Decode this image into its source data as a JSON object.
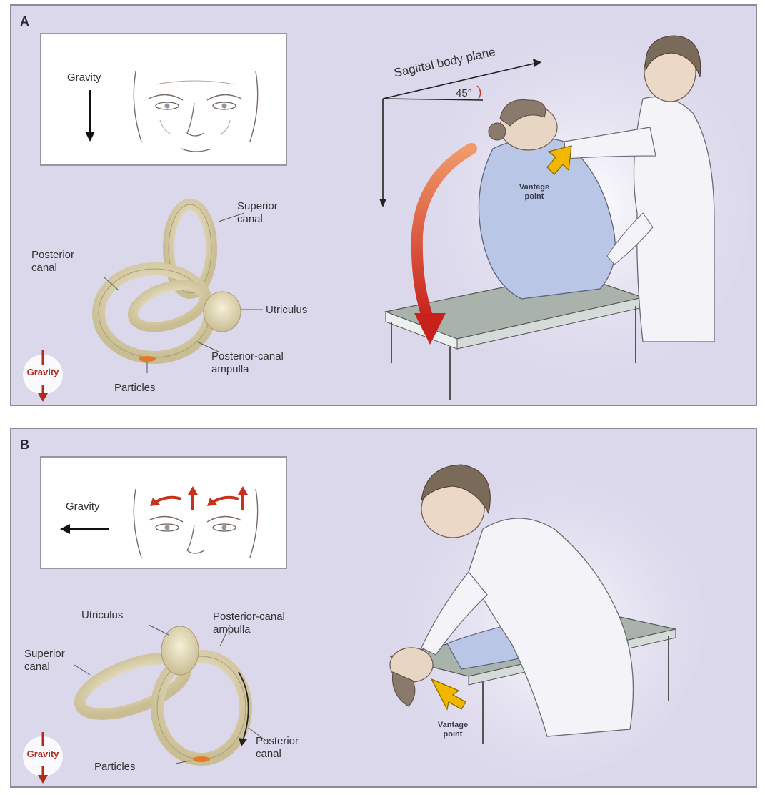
{
  "panels": [
    {
      "letter": "A",
      "inset_gravity_label": "Gravity",
      "ear_labels": {
        "superior_canal": "Superior\ncanal",
        "posterior_canal": "Posterior\ncanal",
        "utriculus": "Utriculus",
        "posterior_canal_ampulla": "Posterior-canal\nampulla",
        "particles": "Particles",
        "gravity_badge": "Gravity"
      },
      "scene_labels": {
        "sagittal_body_plane": "Sagittal body plane",
        "angle": "45°",
        "vantage_point": "Vantage\npoint"
      }
    },
    {
      "letter": "B",
      "inset_gravity_label": "Gravity",
      "ear_labels": {
        "utriculus": "Utriculus",
        "posterior_canal_ampulla": "Posterior-canal\nampulla",
        "superior_canal": "Superior\ncanal",
        "posterior_canal": "Posterior\ncanal",
        "particles": "Particles",
        "gravity_badge": "Gravity"
      },
      "scene_labels": {
        "vantage_point": "Vantage\npoint"
      }
    }
  ],
  "colors": {
    "panel_bg": "#dcd8ec",
    "canal_fill": "#e4dcc0",
    "arrow_red": "#c8321c",
    "arrow_yellow": "#f2b800",
    "coat_white": "#f4f4f8",
    "gown_blue": "#b9c6e6",
    "table_top": "#a9b3ac"
  }
}
